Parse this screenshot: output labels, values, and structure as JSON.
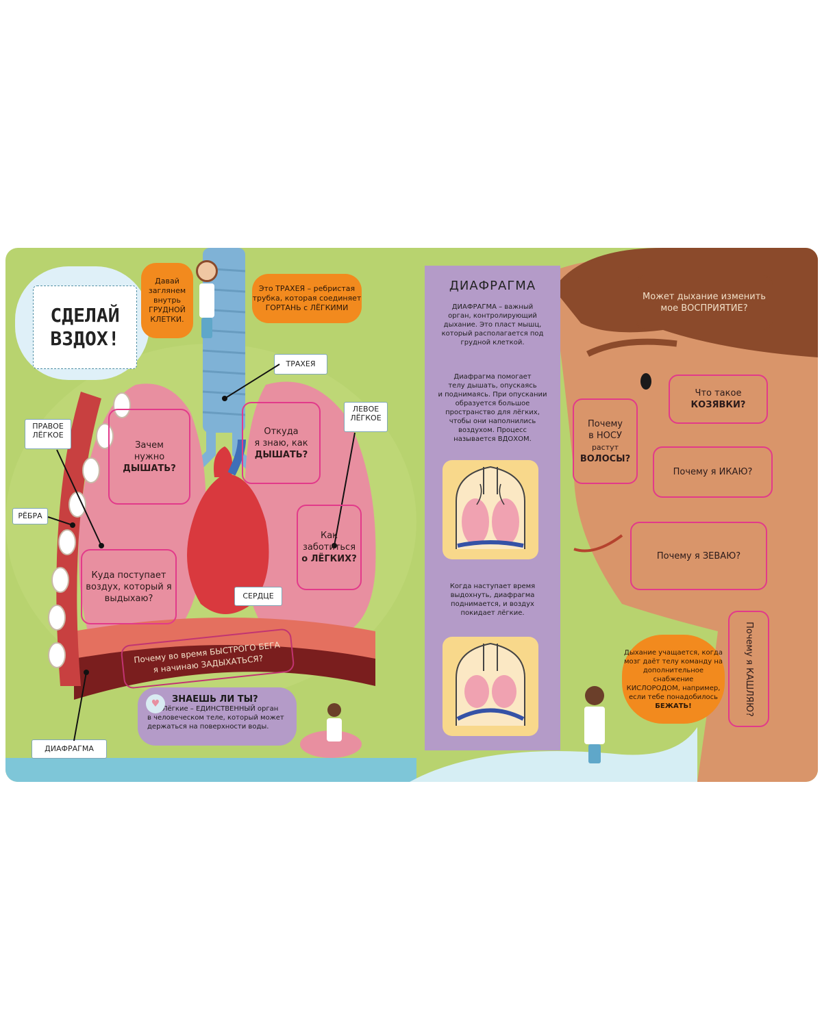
{
  "title": {
    "line1": "СДЕЛАЙ",
    "line2": "ВЗДОХ!"
  },
  "intro_bubble": {
    "l1": "Давай",
    "l2": "заглянем",
    "l3": "внутрь",
    "l4": "ГРУДНОЙ",
    "l5": "КЛЕТКИ."
  },
  "trachea_bubble": {
    "l1": "Это ТРАХЕЯ – ребристая",
    "l2": "трубка, которая соединяет",
    "l3": "ГОРТАНЬ с ЛЁГКИМИ"
  },
  "labels": {
    "trachea": "ТРАХЕЯ",
    "right_lung_1": "ПРАВОЕ",
    "right_lung_2": "ЛЁГКОЕ",
    "left_lung_1": "ЛЕВОЕ",
    "left_lung_2": "ЛЁГКОЕ",
    "ribs": "РЁБРА",
    "heart": "СЕРДЦЕ",
    "diaphragm": "ДИАФРАГМА"
  },
  "flaps": {
    "why_breathe": {
      "l1": "Зачем",
      "l2": "нужно",
      "l3": "ДЫШАТЬ?"
    },
    "how_know": {
      "l1": "Откуда",
      "l2": "я знаю, как",
      "l3": "ДЫШАТЬ?"
    },
    "care_lungs": {
      "l1": "Как",
      "l2": "заботиться",
      "l3": "о ЛЁГКИХ?"
    },
    "where_air": {
      "l1": "Куда поступает",
      "l2": "воздух, который я",
      "l3": "выдыхаю?"
    },
    "running": {
      "l1": "Почему во время БЫСТРОГО БЕГА",
      "l2": "я начинаю ЗАДЫХАТЬСЯ?"
    },
    "perception": {
      "l1": "Может дыхание изменить",
      "l2": "мое ВОСПРИЯТИЕ?"
    },
    "boogers": {
      "l1": "Что такое",
      "l2": "КОЗЯВКИ?"
    },
    "nose_hair": {
      "l1": "Почему",
      "l2": "в НОСУ",
      "l3": "растут",
      "l4": "ВОЛОСЫ?"
    },
    "hiccup": "Почему я ИКАЮ?",
    "yawn": "Почему я ЗЕВАЮ?",
    "cough": "Почему я КАШЛЯЮ?"
  },
  "did_you_know": {
    "heading": "ЗНАЕШЬ ЛИ ТЫ?",
    "l1": "Лёгкие – ЕДИНСТВЕННЫЙ орган",
    "l2": "в человеческом теле, который может",
    "l3": "держаться на поверхности воды."
  },
  "diaphragm_column": {
    "heading": "ДИАФРАГМА",
    "p1": [
      "ДИАФРАГМА – важный",
      "орган, контролирующий",
      "дыхание. Это пласт мышц,",
      "который располагается под",
      "грудной клеткой."
    ],
    "p2": [
      "Диафрагма помогает",
      "телу дышать, опускаясь",
      "и поднимаясь. При опускании",
      "образуется большое",
      "пространство для лёгких,",
      "чтобы они наполнились",
      "воздухом. Процесс",
      "называется ВДОХОМ."
    ],
    "p3": [
      "Когда наступает время",
      "выдохнуть, диафрагма",
      "поднимается, и воздух",
      "покидает лёгкие."
    ]
  },
  "run_bubble": {
    "l1": "Дыхание учащается, когда",
    "l2": "мозг даёт телу команду на",
    "l3": "дополнительное снабжение",
    "l4": "КИСЛОРОДОМ, например,",
    "l5": "если тебе понадобилось",
    "l6": "БЕЖАТЬ!"
  },
  "colors": {
    "background_green": "#b8d36f",
    "lung_pink": "#e88fa0",
    "heart_red": "#d9393e",
    "trachea_blue": "#7fb2d6",
    "skin": "#d9956a",
    "hair": "#8b4a2b",
    "flap_border": "#e23a8a",
    "orange": "#f28a1e",
    "purple": "#b49bc8"
  }
}
